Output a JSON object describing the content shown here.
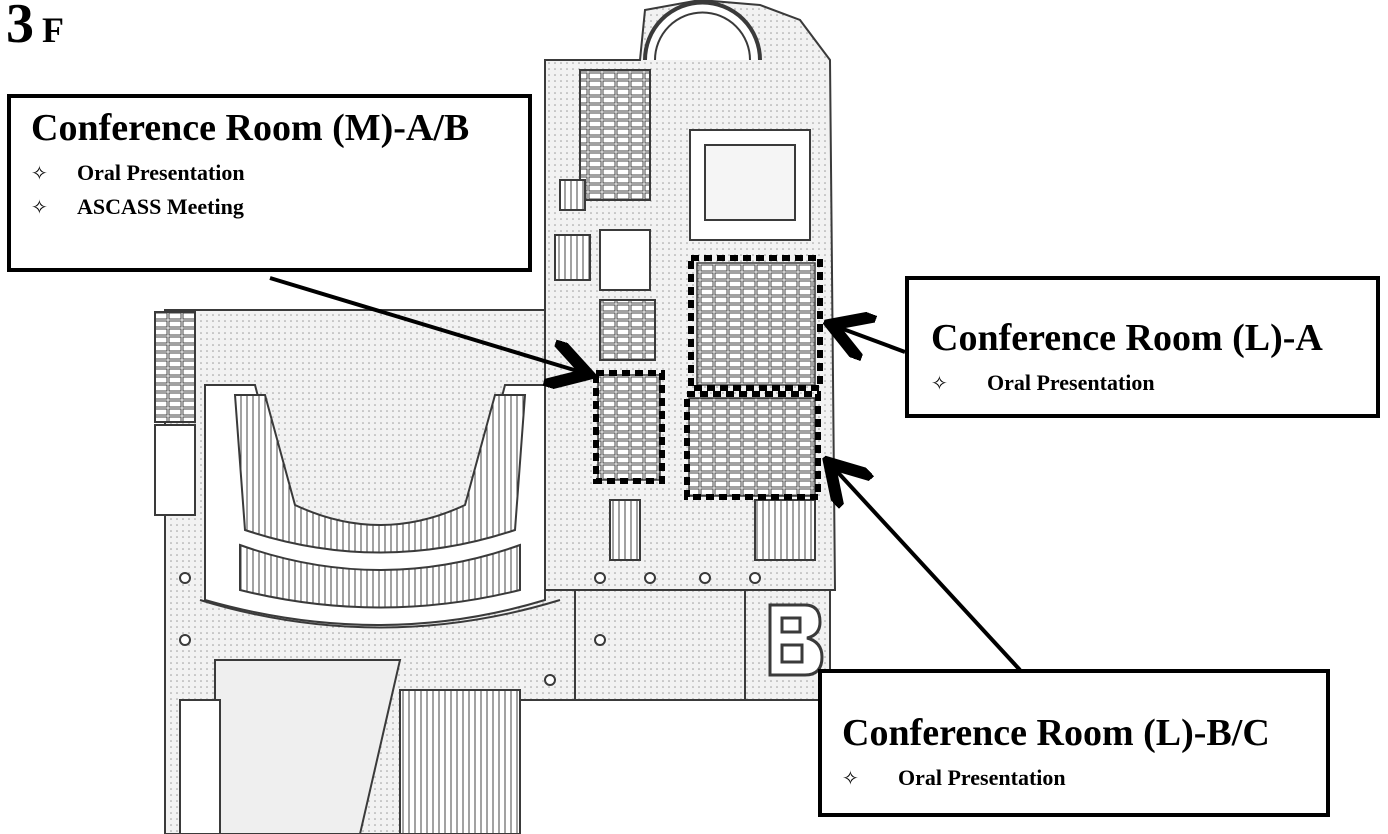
{
  "floor": {
    "number": "3",
    "suffix": "F"
  },
  "callouts": [
    {
      "room": "Conference Room (M)-A/B",
      "items": [
        "Oral Presentation",
        "ASCASS Meeting"
      ]
    },
    {
      "room": "Conference Room (L)-A",
      "items": [
        "Oral Presentation"
      ]
    },
    {
      "room": "Conference Room (L)-B/C",
      "items": [
        "Oral Presentation"
      ]
    }
  ],
  "bullet_symbol": "✧",
  "colors": {
    "ink": "#000000",
    "plan_line": "#3a3a3a",
    "plan_fill": "#e9e9e9",
    "background": "#ffffff"
  }
}
